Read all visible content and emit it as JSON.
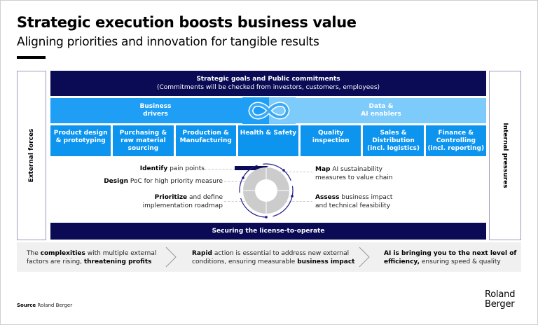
{
  "header": {
    "title": "Strategic execution boosts business value",
    "subtitle": "Aligning priorities and innovation for tangible results"
  },
  "sides": {
    "left": "External forces",
    "right": "Internal pressures"
  },
  "goals": {
    "title": "Strategic goals and Public commitments",
    "subtitle": "(Commitments will be checked from investors, customers, employees)"
  },
  "bands": {
    "business": [
      "Business",
      "drivers"
    ],
    "data": [
      "Data &",
      "AI enablers"
    ]
  },
  "cells": [
    [
      "Product design",
      "& prototyping"
    ],
    [
      "Purchasing &",
      "raw material",
      "sourcing"
    ],
    [
      "Production &",
      "Manufacturing"
    ],
    [
      "Health & Safety"
    ],
    [
      "Quality",
      "inspection"
    ],
    [
      "Sales &",
      "Distribution",
      "(incl. logistics)"
    ],
    [
      "Finance &",
      "Controlling",
      "(incl. reporting)"
    ]
  ],
  "steps": {
    "identify": {
      "bold": "Identify",
      "rest": " pain points"
    },
    "design": {
      "bold": "Design",
      "rest": " PoC for high priority measure"
    },
    "prioritize": {
      "bold": "Prioritize",
      "rest": " and define",
      "line2": "implementation roadmap"
    },
    "map": {
      "bold": "Map",
      "rest": " AI sustainability",
      "line2": "measures to value chain"
    },
    "assess": {
      "bold": "Assess",
      "rest": " business impact",
      "line2": "and technical feasibility"
    }
  },
  "license": "Securing the license-to-operate",
  "summary": [
    {
      "parts": [
        {
          "t": "The ",
          "b": false
        },
        {
          "t": "complexities",
          "b": true
        },
        {
          "t": " with multiple external",
          "b": false
        }
      ],
      "line2": [
        {
          "t": "factors are rising, ",
          "b": false
        },
        {
          "t": "threatening profits",
          "b": true
        }
      ]
    },
    {
      "parts": [
        {
          "t": "Rapid",
          "b": true
        },
        {
          "t": " action is essential to address new external",
          "b": false
        }
      ],
      "line2": [
        {
          "t": "conditions, ensuring measurable ",
          "b": false
        },
        {
          "t": "business impact",
          "b": true
        }
      ]
    },
    {
      "parts": [
        {
          "t": "AI is bringing you to the next level of",
          "b": true
        }
      ],
      "line2": [
        {
          "t": "efficiency,",
          "b": true
        },
        {
          "t": " ensuring speed & quality",
          "b": false
        }
      ]
    }
  ],
  "footer": {
    "source_label": "Source",
    "source_value": " Roland Berger",
    "logo_line1": "Roland",
    "logo_line2": "Berger"
  },
  "colors": {
    "navy": "#0a0a55",
    "blue": "#0d94ef",
    "business_band": "#1e9ff5",
    "data_band": "#7ccbfb",
    "cycle_gray": "#cccccc"
  }
}
